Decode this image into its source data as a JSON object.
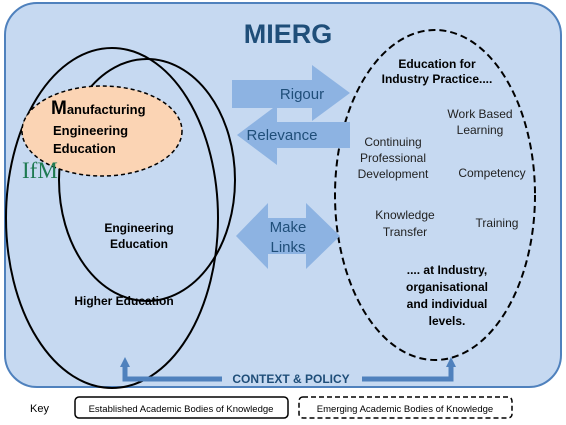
{
  "title": "MIERG",
  "left": {
    "manufacturing": [
      "Manufacturing",
      "Engineering",
      "Education"
    ],
    "ifm_logo": "IfM",
    "engineering_education": [
      "Engineering",
      "Education"
    ],
    "higher_education": "Higher Education"
  },
  "arrows": {
    "rigour": "Rigour",
    "relevance": "Relevance",
    "make_links": [
      "Make",
      "Links"
    ]
  },
  "right": {
    "heading": [
      "Education for",
      "Industry Practice...."
    ],
    "work_based_learning": [
      "Work Based",
      "Learning"
    ],
    "continuing_professional_development": [
      "Continuing",
      "Professional",
      "Development"
    ],
    "competency": "Competency",
    "knowledge_transfer": [
      "Knowledge",
      "Transfer"
    ],
    "training": "Training",
    "levels": [
      ".... at Industry,",
      "organisational",
      "and individual",
      "levels."
    ]
  },
  "context_policy": "CONTEXT & POLICY",
  "key": {
    "label": "Key",
    "established": "Established  Academic Bodies of Knowledge",
    "emerging": "Emerging Academic  Bodies of Knowledge"
  },
  "colors": {
    "panel_fill": "#c6d9f1",
    "panel_stroke": "#4f81bd",
    "arrow_fill": "#8db3e2",
    "manufacturing_fill": "#fbd4b4",
    "title_color": "#1f4e79",
    "ifm_color": "#1e7a52"
  }
}
